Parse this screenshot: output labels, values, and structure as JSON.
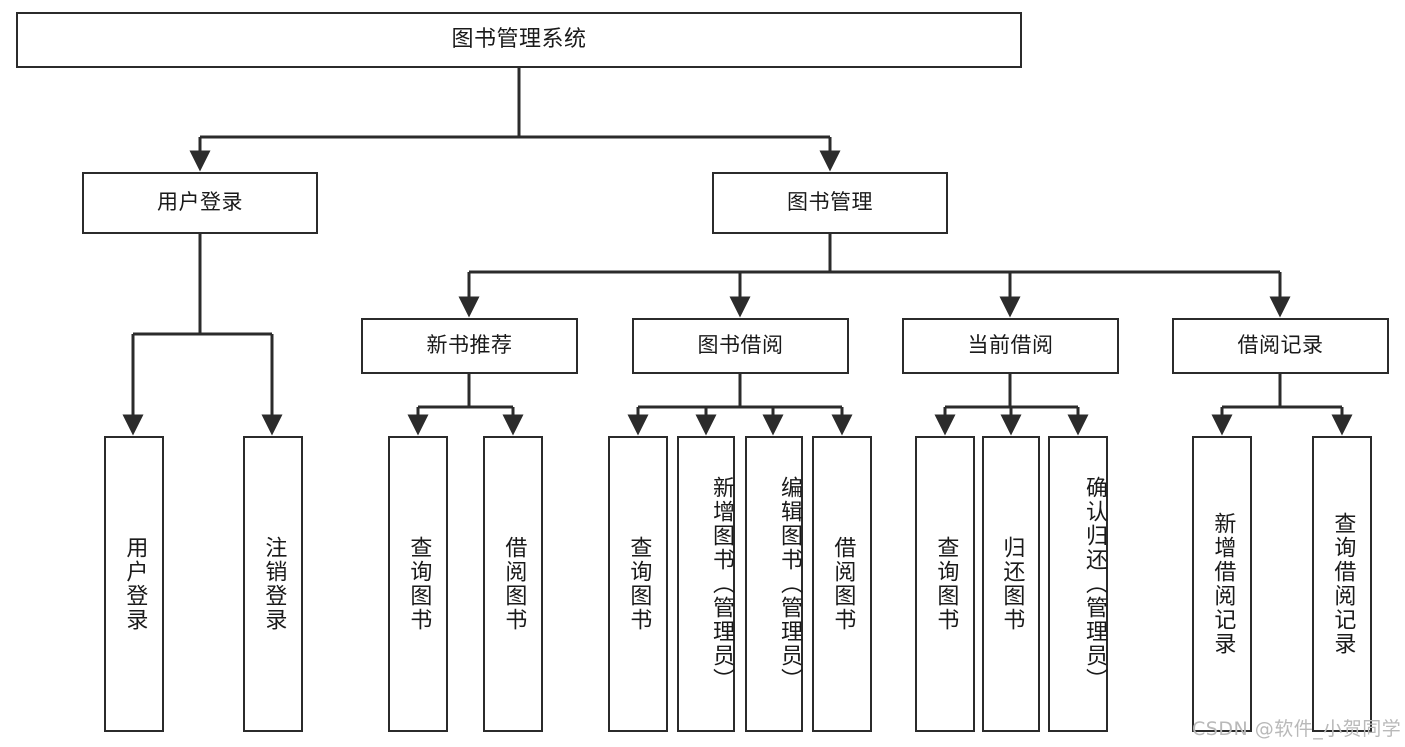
{
  "diagram": {
    "title": "图书管理系统",
    "type": "tree",
    "root": {
      "id": "root",
      "label": "图书管理系统"
    },
    "level2": [
      {
        "id": "user-login",
        "label": "用户登录"
      },
      {
        "id": "book-manage",
        "label": "图书管理"
      }
    ],
    "level3": [
      {
        "id": "new-book-rec",
        "label": "新书推荐",
        "parent": "book-manage"
      },
      {
        "id": "book-borrow",
        "label": "图书借阅",
        "parent": "book-manage"
      },
      {
        "id": "current-borrow",
        "label": "当前借阅",
        "parent": "book-manage"
      },
      {
        "id": "borrow-record",
        "label": "借阅记录",
        "parent": "book-manage"
      }
    ],
    "leaves": [
      {
        "id": "leaf-user-login",
        "label": "用户登录",
        "parent": "user-login"
      },
      {
        "id": "leaf-logout",
        "label": "注销登录",
        "parent": "user-login"
      },
      {
        "id": "leaf-query-book-1",
        "label": "查询图书",
        "parent": "new-book-rec"
      },
      {
        "id": "leaf-borrow-book-1",
        "label": "借阅图书",
        "parent": "new-book-rec"
      },
      {
        "id": "leaf-query-book-2",
        "label": "查询图书",
        "parent": "book-borrow"
      },
      {
        "id": "leaf-add-book",
        "label": "新增图书（管理员）",
        "parent": "book-borrow"
      },
      {
        "id": "leaf-edit-book",
        "label": "编辑图书（管理员）",
        "parent": "book-borrow"
      },
      {
        "id": "leaf-borrow-book-2",
        "label": "借阅图书",
        "parent": "book-borrow"
      },
      {
        "id": "leaf-query-book-3",
        "label": "查询图书",
        "parent": "current-borrow"
      },
      {
        "id": "leaf-return-book",
        "label": "归还图书",
        "parent": "current-borrow"
      },
      {
        "id": "leaf-confirm-return",
        "label": "确认归还（管理员）",
        "parent": "current-borrow"
      },
      {
        "id": "leaf-add-record",
        "label": "新增借阅记录",
        "parent": "borrow-record"
      },
      {
        "id": "leaf-query-record",
        "label": "查询借阅记录",
        "parent": "borrow-record"
      }
    ],
    "colors": {
      "stroke": "#2b2b2b",
      "fill": "#ffffff",
      "text": "#1a1a1a",
      "watermark": "#b9b9b9"
    }
  },
  "watermark": {
    "text": "CSDN @软件_小贺同学"
  }
}
